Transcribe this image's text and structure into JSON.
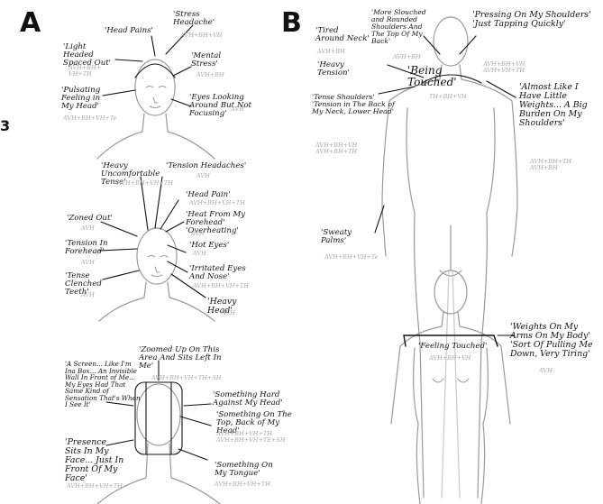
{
  "panels": {
    "a": "A",
    "b": "B"
  },
  "side_number": "3",
  "figure_a1": {
    "head_pains": "'Head Pains'",
    "stress_headache": "'Stress Headache'",
    "stress_headache_code": "AVH+BH+VH",
    "light_headed": "'Light Headed Spaced Out'",
    "light_headed_code": "AVH+BH+\nVH+TH",
    "mental_stress": "'Mental Stress'",
    "mental_stress_code": "AVH+BH",
    "pulsating": "'Pulsating Feeling in My Head'",
    "pulsating_code": "AVH+BH+VH+Te",
    "eyes_looking": "'Eyes Looking Around But Not Focusing'",
    "eyes_looking_code": "AVH"
  },
  "figure_a2": {
    "heavy_uncomfortable": "'Heavy Uncomfortable Tense'",
    "heavy_uncomfortable_code": "AVH+BH+VH+TH",
    "tension_headaches": "'Tension Headaches'",
    "tension_headaches_code": "AVH",
    "head_pain": "'Head Pain'",
    "head_pain_code": "AVH+BH+VH+TH",
    "heat_from_forehead": "'Heat From My Forehead' 'Overheating'",
    "heat_code": "AVH",
    "zoned_out": "'Zoned Out'",
    "zoned_out_code": "AVH",
    "hot_eyes": "'Hot Eyes'",
    "hot_eyes_code": "AVH",
    "tension_forehead": "'Tension In Forehead'",
    "tension_forehead_code": "AVH",
    "irritated_eyes": "'Irritated Eyes And Nose'",
    "irritated_eyes_code": "AVH+BH+VH+TH",
    "tense_teeth": "'Tense Clenched Teeth'",
    "tense_teeth_code": "AVH",
    "heavy_head": "'Heavy Head'",
    "heavy_head_code": "AVH"
  },
  "figure_a3": {
    "zoomed_up": "'Zoomed Up On This Area And Sits Left In Me'",
    "zoomed_up_code": "AVH+BH+VH+TH+SH",
    "screen": "'A Screen... Like I'm Ina Box... An Invisible Wall In Front of Me... My Eyes Had That Same Kind of Sensation That's When I See It'",
    "something_hard": "'Something Hard Against My Head'",
    "something_on_top": "'Something On The Top, Back of My Head'",
    "something_code": "AVH+BH+VH+TH\nAVH+BH+VH+TE+SH",
    "presence": "'Presence Sits In My Face... Just In Front Of My Face'",
    "presence_code": "AVH+BH+VH+TH",
    "tongue": "'Something On My Tongue'",
    "tongue_code": "AVH+BH+VH+TH"
  },
  "figure_b1": {
    "tired_neck": "'Tired Around Neck'",
    "tired_neck_code": "AVH+BH",
    "slouched": "'More Slouched and Rounded Shoulders And The Top Of My Back'",
    "slouched_code": "AVH+BH",
    "pressing": "'Pressing On My Shoulders' 'Just Tapping Quickly'",
    "pressing_code": "AVH+BH+VH\nAVH+VH+TH",
    "heavy_tension": "'Heavy Tension'",
    "being_touched": "'Being Touched'",
    "being_touched_code": "TH+BH+VH",
    "tense_shoulders": "'Tense Shoulders' 'Tension in The Back of My Neck, Lower Head'",
    "tense_shoulders_code": "AVH+BH+VH\nAVH+BH+TH",
    "little_weights": "'Almost Like I Have Little Weights... A Big Burden On My Shoulders'",
    "little_weights_code": "AVH+BH+TH\nAVH+BH",
    "sweaty_palms": "'Sweaty Palms'",
    "sweaty_palms_code": "AVH+BH+VH+Te"
  },
  "figure_b2": {
    "feeling_touched": "'Feeling Touched'",
    "feeling_touched_code": "AVH+BH+VH",
    "weights_arms": "'Weights On My Arms On My Body' 'Sort Of Pulling Me Down, Very Tiring'",
    "weights_arms_code": "AVH"
  }
}
